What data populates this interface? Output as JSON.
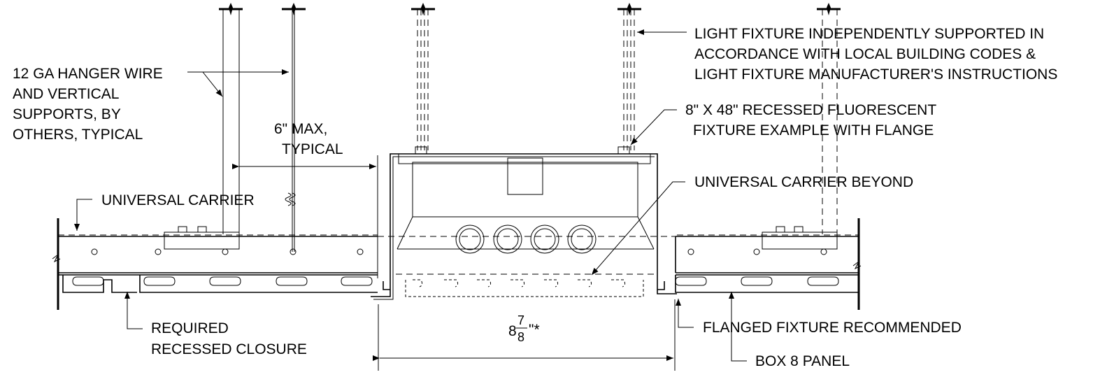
{
  "labels": {
    "hanger_wire": [
      "12 GA HANGER WIRE",
      "AND VERTICAL",
      "SUPPORTS, BY",
      "OTHERS, TYPICAL"
    ],
    "six_max": [
      "6\" MAX,",
      "TYPICAL"
    ],
    "universal_carrier": "UNIVERSAL CARRIER",
    "required_closure": [
      "REQUIRED",
      "RECESSED CLOSURE"
    ],
    "light_fixture_support": [
      "LIGHT FIXTURE INDEPENDENTLY SUPPORTED IN",
      "ACCORDANCE WITH LOCAL BUILDING CODES &",
      "LIGHT FIXTURE MANUFACTURER'S INSTRUCTIONS"
    ],
    "recessed_fixture": [
      "8\" X 48\" RECESSED FLUORESCENT",
      "FIXTURE EXAMPLE WITH FLANGE"
    ],
    "universal_carrier_beyond": "UNIVERSAL CARRIER BEYOND",
    "flanged_fixture": "FLANGED FIXTURE RECOMMENDED",
    "box8_panel": "BOX 8 PANEL"
  },
  "dimension": {
    "whole": "8",
    "numerator": "7",
    "denominator": "8",
    "suffix": "\"*"
  }
}
